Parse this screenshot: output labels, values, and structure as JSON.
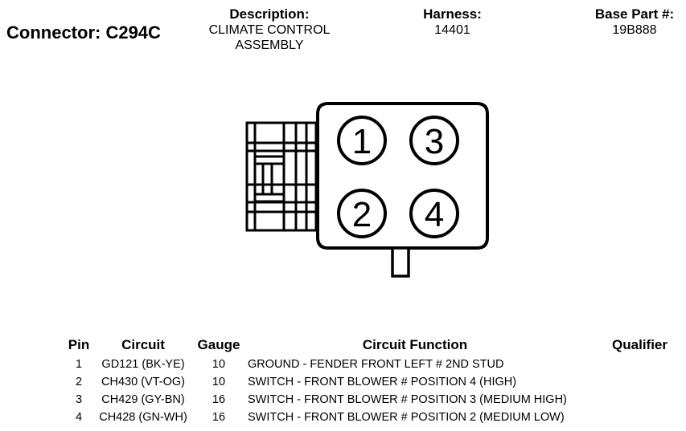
{
  "connector": {
    "label": "Connector:",
    "id": "C294C"
  },
  "header": {
    "description_label": "Description:",
    "description_line1": "CLIMATE CONTROL",
    "description_line2": "ASSEMBLY",
    "harness_label": "Harness:",
    "harness_value": "14401",
    "base_part_label": "Base Part #:",
    "base_part_value": "19B888"
  },
  "diagram": {
    "pins": [
      "1",
      "3",
      "2",
      "4"
    ]
  },
  "table": {
    "headers": {
      "pin": "Pin",
      "circuit": "Circuit",
      "gauge": "Gauge",
      "function": "Circuit Function",
      "qualifier": "Qualifier"
    },
    "rows": [
      {
        "pin": "1",
        "circuit": "GD121 (BK-YE)",
        "gauge": "10",
        "function": "GROUND - FENDER FRONT LEFT # 2ND STUD",
        "qualifier": ""
      },
      {
        "pin": "2",
        "circuit": "CH430 (VT-OG)",
        "gauge": "10",
        "function": "SWITCH - FRONT BLOWER # POSITION 4 (HIGH)",
        "qualifier": ""
      },
      {
        "pin": "3",
        "circuit": "CH429 (GY-BN)",
        "gauge": "16",
        "function": "SWITCH - FRONT BLOWER # POSITION 3 (MEDIUM HIGH)",
        "qualifier": ""
      },
      {
        "pin": "4",
        "circuit": "CH428 (GN-WH)",
        "gauge": "16",
        "function": "SWITCH - FRONT BLOWER # POSITION 2 (MEDIUM LOW)",
        "qualifier": ""
      }
    ]
  }
}
